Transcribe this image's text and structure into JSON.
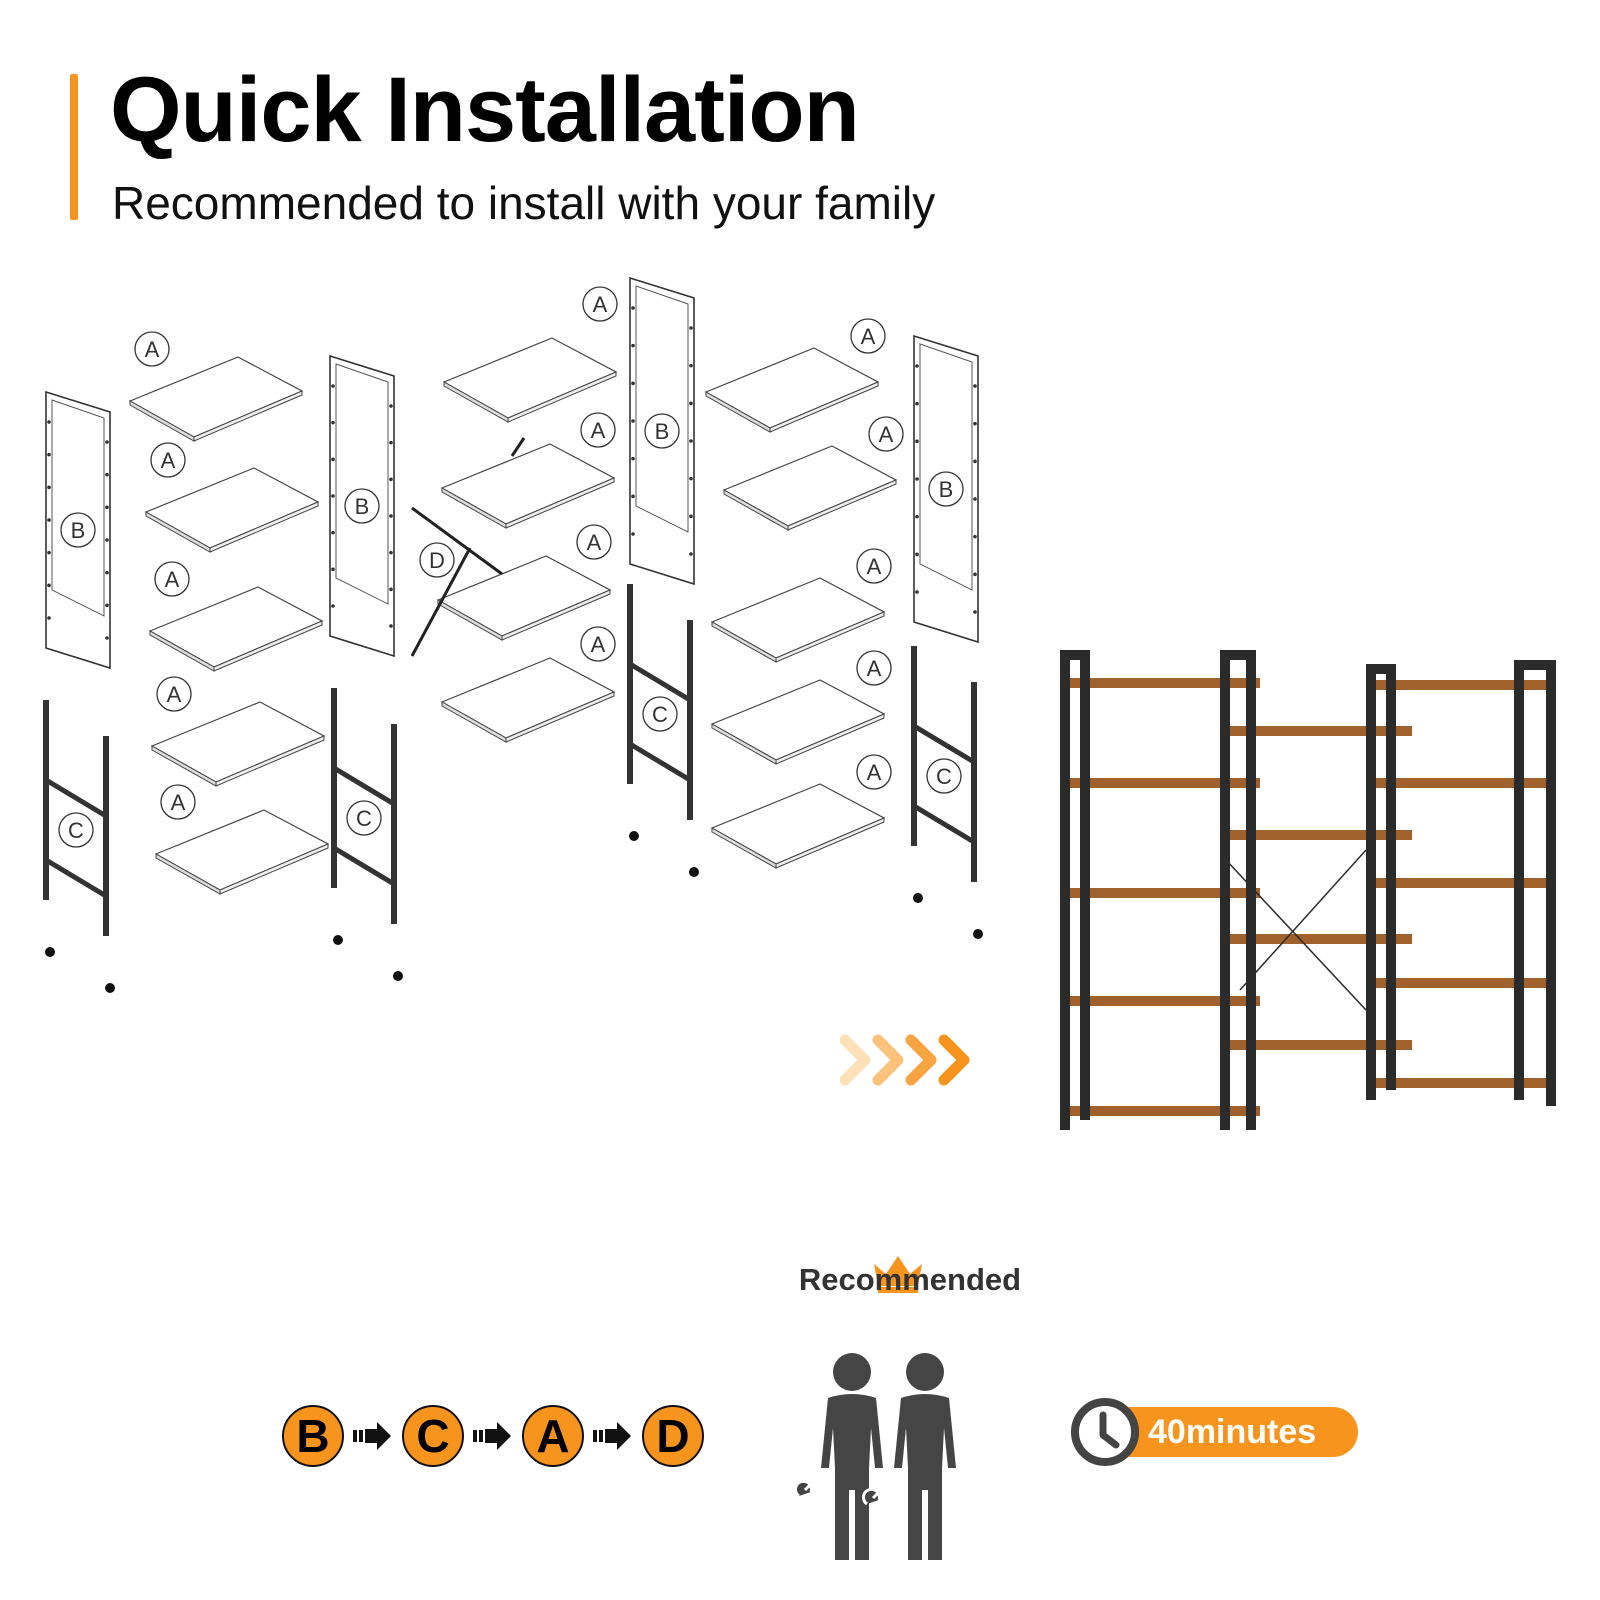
{
  "header": {
    "title": "Quick Installation",
    "subtitle": "Recommended to install with your family"
  },
  "parts": {
    "shelf_label": "A",
    "upper_frame_label": "B",
    "lower_frame_label": "C",
    "cross_bar_label": "D"
  },
  "install_order": [
    "B",
    "C",
    "A",
    "D"
  ],
  "recommended": {
    "label": "Recommended",
    "people_count": 2
  },
  "time": {
    "label": "40minutes"
  },
  "colors": {
    "accent": "#f7941d",
    "wood": "#a0612c",
    "frame": "#2b2b2b",
    "figure": "#454545"
  },
  "icons": [
    "crown-icon",
    "two-people-with-wrenches-icon",
    "clock-icon",
    "chevron-right-icon",
    "step-arrow-icon"
  ]
}
